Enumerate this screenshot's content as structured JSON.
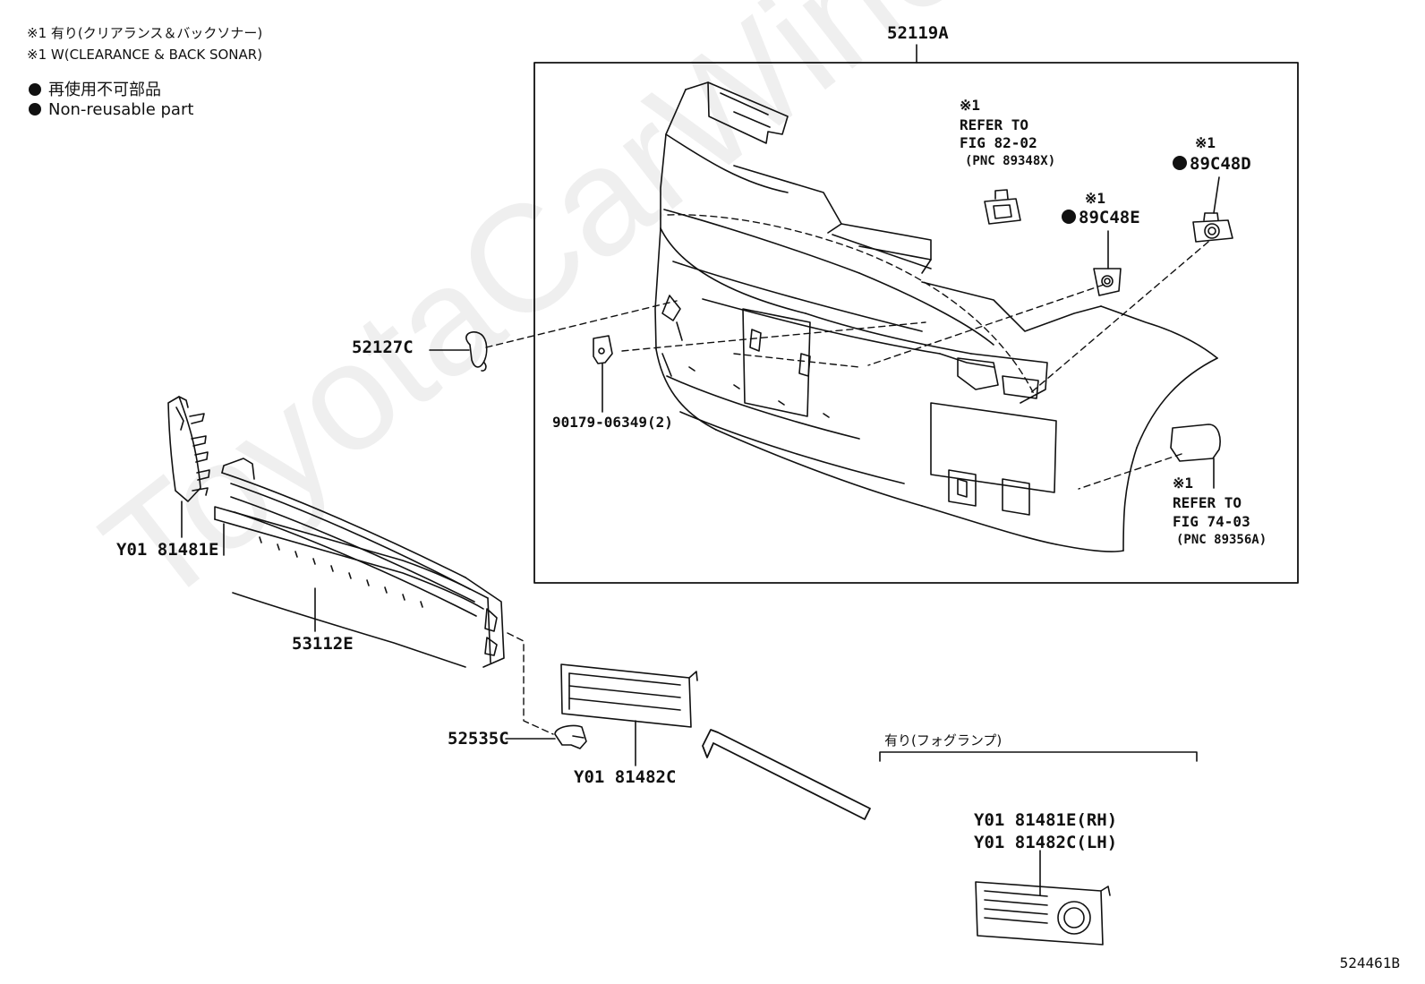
{
  "notes": {
    "note_jp": "※1 有り(クリアランス＆バックソナー)",
    "note_en": "※1 W(CLEARANCE & BACK SONAR)",
    "legend_jp": "再使用不可部品",
    "legend_en": "Non-reusable part"
  },
  "labels": {
    "assembly": "52119A",
    "cover_52127c": "52127C",
    "clip_90179": "90179-06349(2)",
    "ref1_mark": "※1",
    "ref1_line1": "REFER TO",
    "ref1_line2": "FIG 82-02",
    "ref1_line3": "(PNC 89348X)",
    "s89c48e_mark": "※1",
    "s89c48e": "89C48E",
    "s89c48d_mark": "※1",
    "s89c48d": "89C48D",
    "ref2_mark": "※1",
    "ref2_line1": "REFER TO",
    "ref2_line2": "FIG 74-03",
    "ref2_line3": "(PNC 89356A)",
    "side_grille": "Y01 81481E",
    "lower_grille": "53112E",
    "clip_52535c": "52535C",
    "fog_cover": "Y01 81482C",
    "foglamp_title": "有り(フォグランプ)",
    "fog_rh": "Y01 81481E(RH)",
    "fog_lh": "Y01 81482C(LH)"
  },
  "watermark": "ToyotaCarWine.ru",
  "diagram_code": "524461B"
}
